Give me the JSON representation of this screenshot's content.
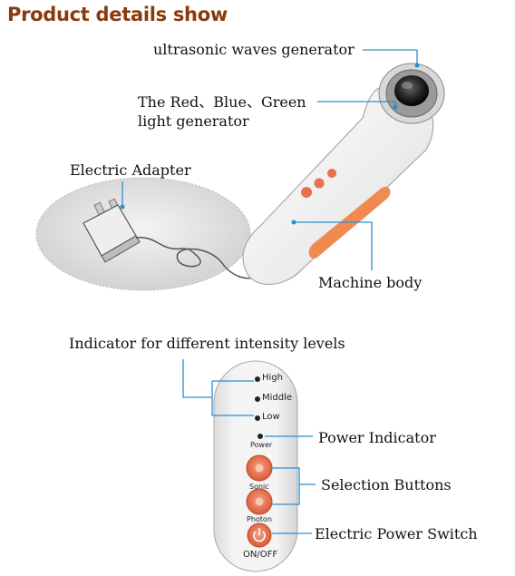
{
  "header": {
    "title": "Product details show"
  },
  "callouts": {
    "ultrasonic": "ultrasonic  waves  generator",
    "rgb_line1": "The Red、Blue、Green",
    "rgb_line2": "light generator",
    "adapter": "Electric Adapter",
    "machine_body": "Machine body",
    "intensity": "Indicator for different intensity levels",
    "power_indicator": "Power Indicator",
    "selection_buttons": "Selection Buttons",
    "power_switch": "Electric Power Switch"
  },
  "panel": {
    "levels": [
      "High",
      "Middle",
      "Low"
    ],
    "power_label": "Power",
    "sonic_label": "Sonic",
    "photon_label": "Photon",
    "onoff_label": "ON/OFF"
  },
  "colors": {
    "title": "#8a3a0c",
    "callout_line": "#2a8fd0",
    "button_orange": "#e8704a",
    "accent_strip": "#f08a50"
  }
}
